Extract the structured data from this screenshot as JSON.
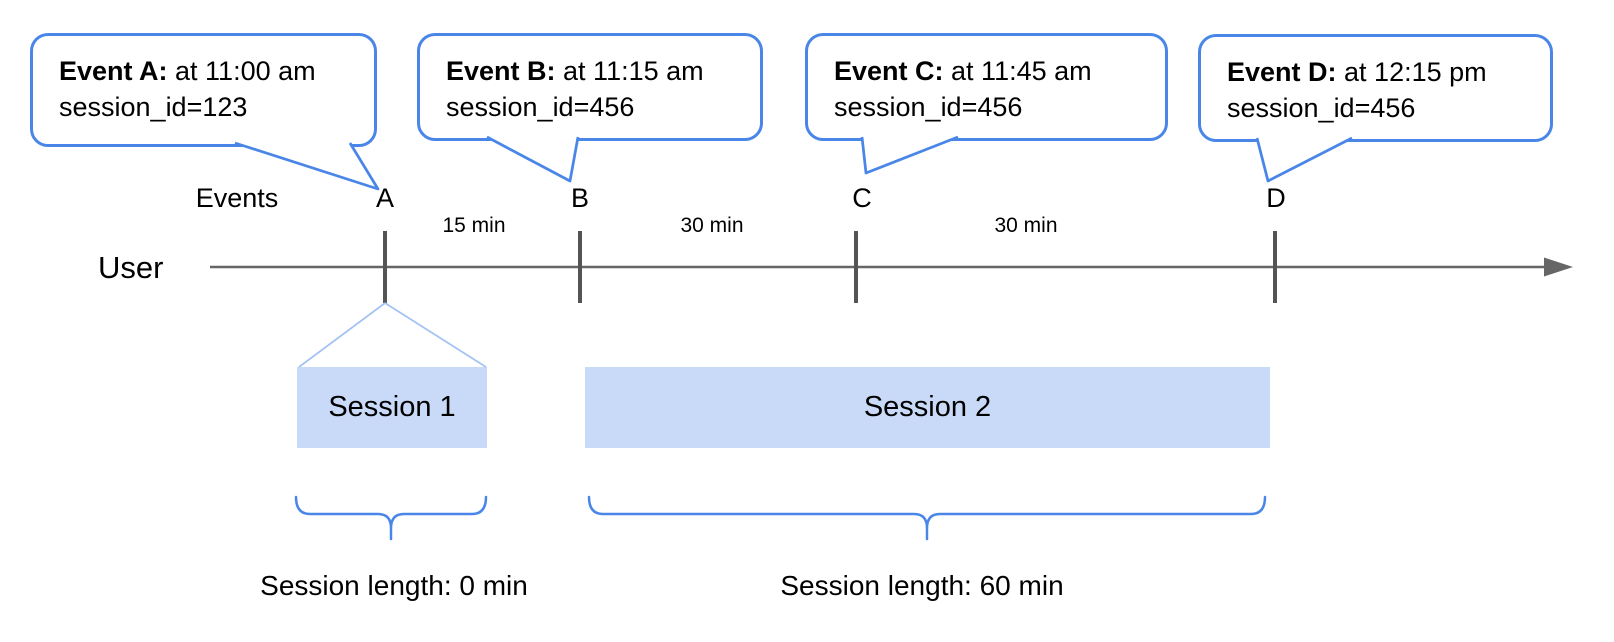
{
  "colors": {
    "accent_blue": "#4a86e8",
    "session_fill": "#c9daf8",
    "funnel_blue": "#a4c2f4",
    "axis_gray": "#666666",
    "text": "#000000"
  },
  "callouts": [
    {
      "bold": "Event A:",
      "rest": " at 11:00 am",
      "line2": "session_id=123"
    },
    {
      "bold": "Event B:",
      "rest": " at 11:15 am",
      "line2": "session_id=456"
    },
    {
      "bold": "Event C:",
      "rest": " at 11:45 am",
      "line2": "session_id=456"
    },
    {
      "bold": "Event D:",
      "rest": " at 12:15 pm",
      "line2": "session_id=456"
    }
  ],
  "timeline": {
    "events_label": "Events",
    "user_label": "User",
    "markers": [
      "A",
      "B",
      "C",
      "D"
    ],
    "intervals": [
      "15 min",
      "30 min",
      "30 min"
    ]
  },
  "sessions": [
    {
      "label": "Session 1",
      "length": "Session length: 0 min"
    },
    {
      "label": "Session 2",
      "length": "Session length: 60 min"
    }
  ]
}
